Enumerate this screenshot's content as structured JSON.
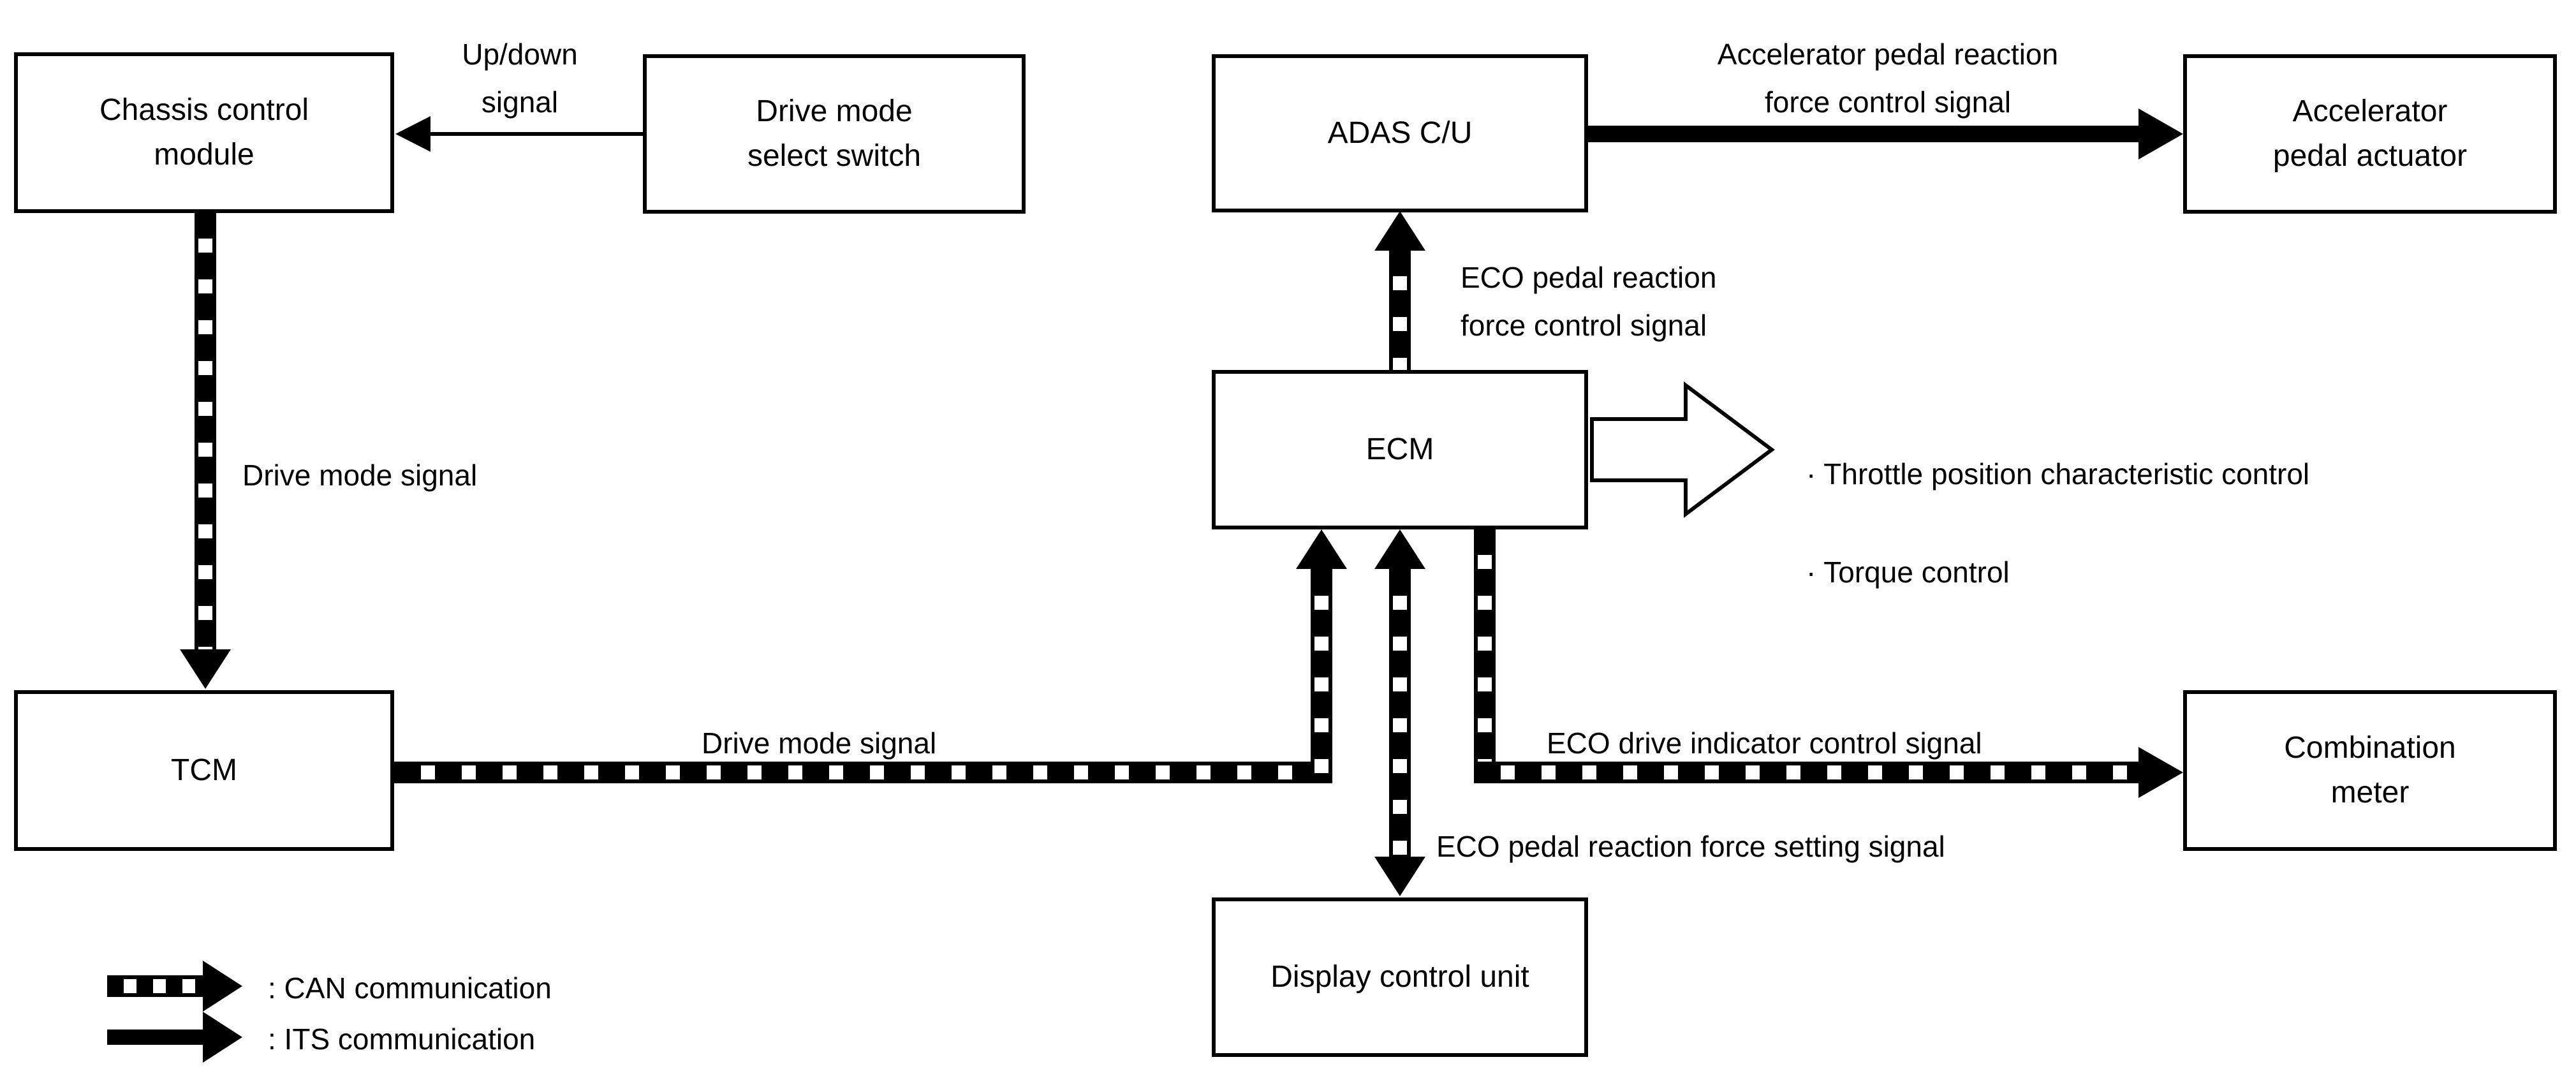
{
  "colors": {
    "ink": "#000000",
    "paper": "#ffffff"
  },
  "nodes": {
    "chassis": {
      "label": "Chassis control\nmodule"
    },
    "drive_mode_switch": {
      "label": "Drive mode\nselect switch"
    },
    "adas": {
      "label": "ADAS C/U"
    },
    "accel_actuator": {
      "label": "Accelerator\npedal actuator"
    },
    "ecm": {
      "label": "ECM"
    },
    "tcm": {
      "label": "TCM"
    },
    "combination_meter": {
      "label": "Combination\nmeter"
    },
    "display_control_unit": {
      "label": "Display control unit"
    }
  },
  "signals": {
    "up_down": "Up/down\nsignal",
    "accel_pedal_reaction": "Accelerator pedal reaction\nforce control signal",
    "eco_pedal_reaction_control": "ECO pedal reaction\nforce control signal",
    "drive_mode_vertical": "Drive mode signal",
    "drive_mode_horizontal": "Drive mode signal",
    "eco_drive_indicator": "ECO drive indicator control signal",
    "eco_pedal_reaction_setting": "ECO pedal reaction force setting signal"
  },
  "ecm_functions": [
    "· Throttle position characteristic control",
    "· Torque control"
  ],
  "legend": {
    "can_label": ": CAN communication",
    "its_label": ": ITS communication"
  }
}
